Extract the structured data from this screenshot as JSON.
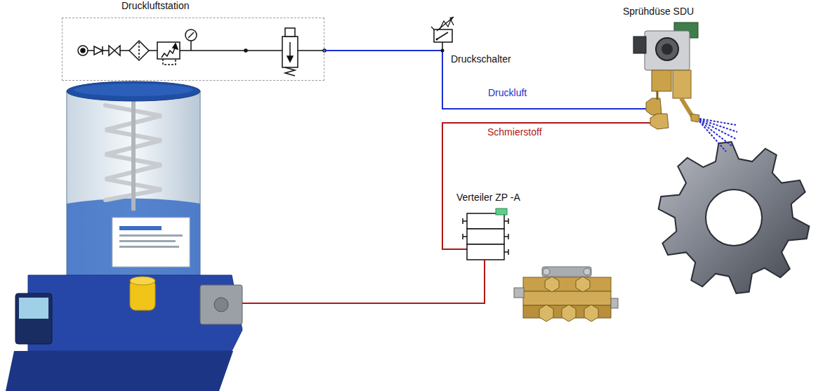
{
  "diagram": {
    "nodes": [
      {
        "text": [
          "Druckluftstation"
        ]
      },
      {
        "text": [
          "Druckschalter"
        ]
      },
      {
        "text": [
          "Sprühdüse SDU"
        ]
      },
      {
        "text": [
          "Verteiler ZP -A"
        ]
      }
    ],
    "edges": [
      {
        "from": 0,
        "to": 1,
        "arrow": "none"
      },
      {
        "from": 1,
        "to": 2,
        "label": "Druckluft",
        "arrow": "none"
      },
      {
        "from": 3,
        "to": 2,
        "label": "Schmierstoff",
        "arrow": "none"
      }
    ]
  }
}
